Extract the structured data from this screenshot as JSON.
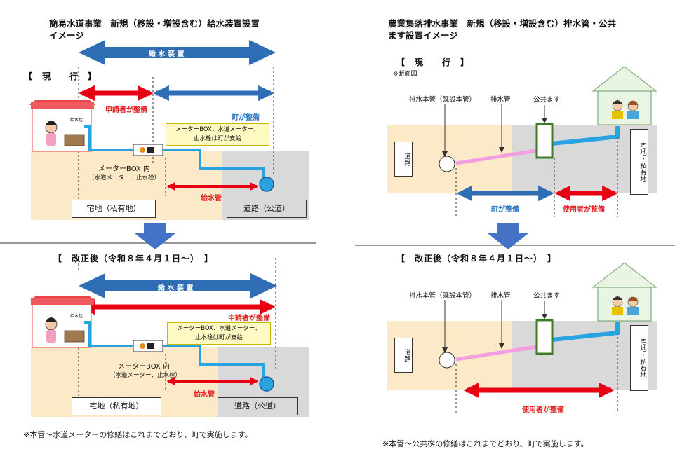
{
  "left": {
    "title_line1": "簡易水道事業　新規（移設・増設含む）給水装置設置",
    "title_line2": "イメージ",
    "before_heading": "【　現　　行　】",
    "after_heading": "【　改正後（令和８年４月１日～）　】",
    "supply_label": "給 水 装 置",
    "applicant_label": "申請者が整備",
    "town_label": "町が整備",
    "yellow_note_line1": "メーターBOX、水道メーター、",
    "yellow_note_line2": "止水栓は町が支給",
    "meterbox_line1": "メーターBOX 内",
    "meterbox_line2": "（水道メーター、止水栓）",
    "pipe_label": "給水管",
    "faucet_label": "給水栓",
    "private_land": "宅地（私有地）",
    "public_road": "道路（公道）",
    "footnote": "※本管～水道メーターの修繕はこれまでどおり、町で実施します。"
  },
  "right": {
    "title_line1": "農業集落排水事業　新規（移設・増設含む）排水管・公共",
    "title_line2": "ます設置イメージ",
    "before_heading": "【　現　　行　】",
    "section_note": "※断面図",
    "after_heading": "【　改正後（令和８年４月１日～）　】",
    "main_pipe_label": "排水本管（既設本管）",
    "drain_pipe_label": "排水管",
    "public_basin_label": "公共ます",
    "road_label": "道路",
    "private_land_label": "宅地・私有地",
    "town_label": "町が整備",
    "user_label": "使用者が整備",
    "footnote": "※本管～公共桝の修繕はこれまでどおり、町で実施します。"
  },
  "colors": {
    "blue_arrow": "#2f6db5",
    "red_arrow": "#e60012",
    "pipe_blue": "#29a3e0",
    "pipe_pink": "#f29ee0",
    "land": "#fbe9c8",
    "road": "#d9d9d9",
    "down_arrow": "#4472c4",
    "basin_green": "#3a7d22"
  }
}
